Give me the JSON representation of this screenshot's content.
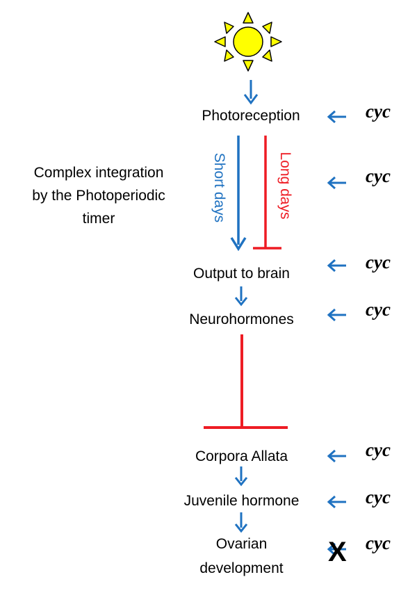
{
  "colors": {
    "blue": "#1f72c1",
    "red": "#ee1c24",
    "sun_fill": "#ffff00",
    "sun_stroke": "#000000",
    "text": "#000000"
  },
  "nodes": {
    "photoreception": "Photoreception",
    "output_to_brain": "Output to brain",
    "neurohormones": "Neurohormones",
    "corpora_allata": "Corpora Allata",
    "juvenile_hormone": "Juvenile hormone",
    "ovarian_line1": "Ovarian",
    "ovarian_line2": "development"
  },
  "branches": {
    "short_days": "Short days",
    "long_days": "Long days"
  },
  "side_note": {
    "line1": "Complex integration",
    "line2": "by the Photoperiodic",
    "line3": "timer"
  },
  "gene": {
    "label": "cyc"
  },
  "x_mark": "X",
  "icons": [
    "sun-icon"
  ]
}
